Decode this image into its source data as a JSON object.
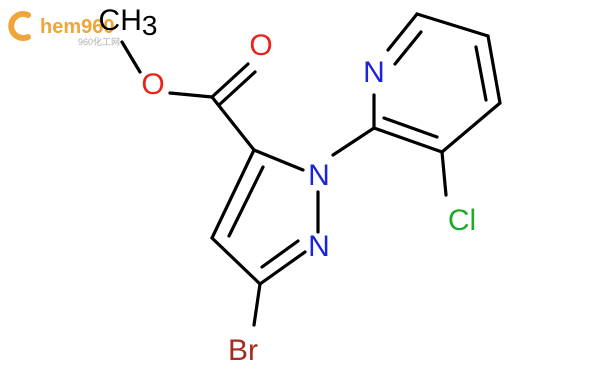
{
  "watermark": {
    "brand": "hem960",
    "sub": "960化工网",
    "color": "#f0a53a",
    "sub_color": "#b0b0b0"
  },
  "molecule": {
    "atoms": {
      "methyl": "CH",
      "methyl_sub": "3",
      "ester_o_single": "O",
      "ester_o_double": "O",
      "pyridine_n": "N",
      "pyrazole_n1": "N",
      "pyrazole_n2": "N",
      "chlorine": "Cl",
      "bromine": "Br"
    },
    "colors": {
      "oxygen": "#e8231b",
      "nitrogen": "#1a24d9",
      "chlorine": "#1faa2a",
      "bromine": "#a52a22",
      "carbon": "#000000"
    }
  }
}
